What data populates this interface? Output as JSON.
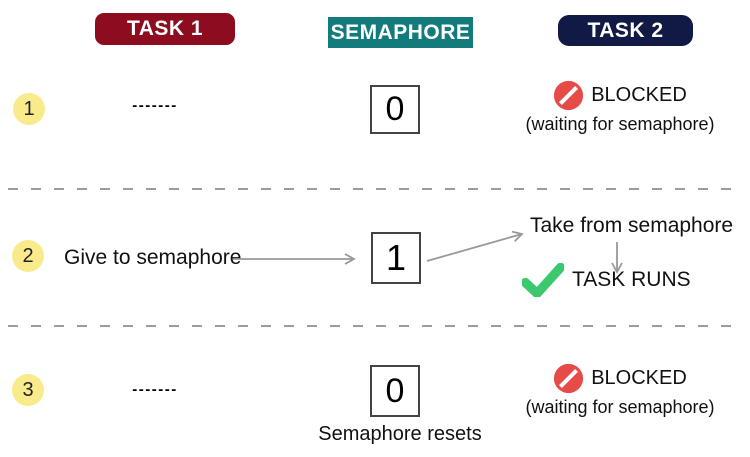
{
  "colors": {
    "task1_bg": "#8E0C20",
    "semaphore_bg": "#147B7C",
    "task2_bg": "#111A44",
    "step_bg": "#F9EB8C",
    "blocked_red": "#E74B48",
    "check_green": "#3CC96E",
    "arrow_gray": "#999999",
    "box_border": "#444444"
  },
  "headers": {
    "task1": "TASK 1",
    "semaphore": "SEMAPHORE",
    "task2": "TASK 2"
  },
  "icons": {
    "blocked": "no-entry-icon",
    "success": "check-icon",
    "arrow": "arrow-right"
  },
  "rows": [
    {
      "step": "1",
      "task1_value": "-------",
      "semaphore_value": "0",
      "task2_status": "BLOCKED",
      "task2_note": "(waiting for semaphore)"
    },
    {
      "step": "2",
      "task1_action": "Give to semaphore",
      "semaphore_value": "1",
      "task2_action": "Take from semaphore",
      "task2_status": "TASK RUNS"
    },
    {
      "step": "3",
      "task1_value": "-------",
      "semaphore_value": "0",
      "semaphore_note": "Semaphore resets",
      "task2_status": "BLOCKED",
      "task2_note": "(waiting for semaphore)"
    }
  ]
}
